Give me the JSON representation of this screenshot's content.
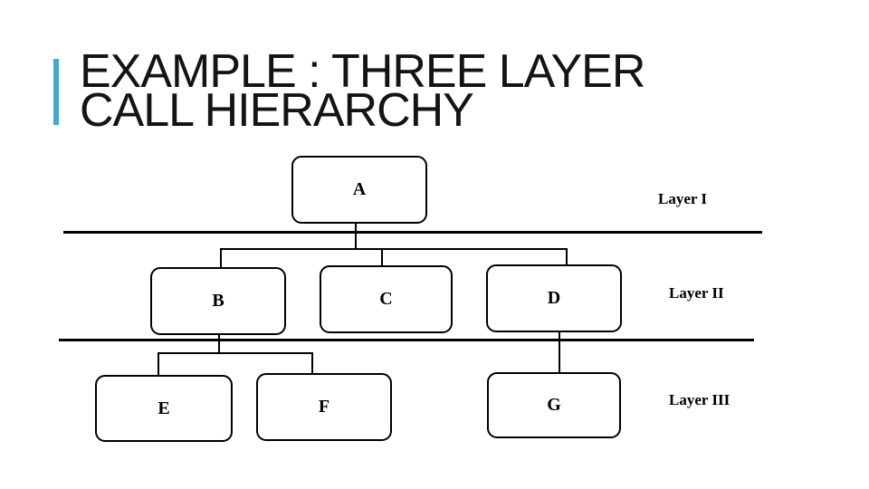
{
  "slide": {
    "title_line1": "EXAMPLE : THREE LAYER",
    "title_line2": "CALL HIERARCHY",
    "title_color": "#141414",
    "accent_color": "#3fa9d4",
    "background_color": "#ffffff"
  },
  "diagram": {
    "line_color": "#000000",
    "nodes": [
      {
        "label": "A",
        "layer": "Layer I",
        "parent": null
      },
      {
        "label": "B",
        "layer": "Layer II",
        "parent": "A"
      },
      {
        "label": "C",
        "layer": "Layer II",
        "parent": "A"
      },
      {
        "label": "D",
        "layer": "Layer II",
        "parent": "A"
      },
      {
        "label": "E",
        "layer": "Layer III",
        "parent": "B"
      },
      {
        "label": "F",
        "layer": "Layer III",
        "parent": "B"
      },
      {
        "label": "G",
        "layer": "Layer III",
        "parent": "D"
      }
    ],
    "layers": [
      {
        "label": "Layer I"
      },
      {
        "label": "Layer II"
      },
      {
        "label": "Layer III"
      }
    ]
  }
}
